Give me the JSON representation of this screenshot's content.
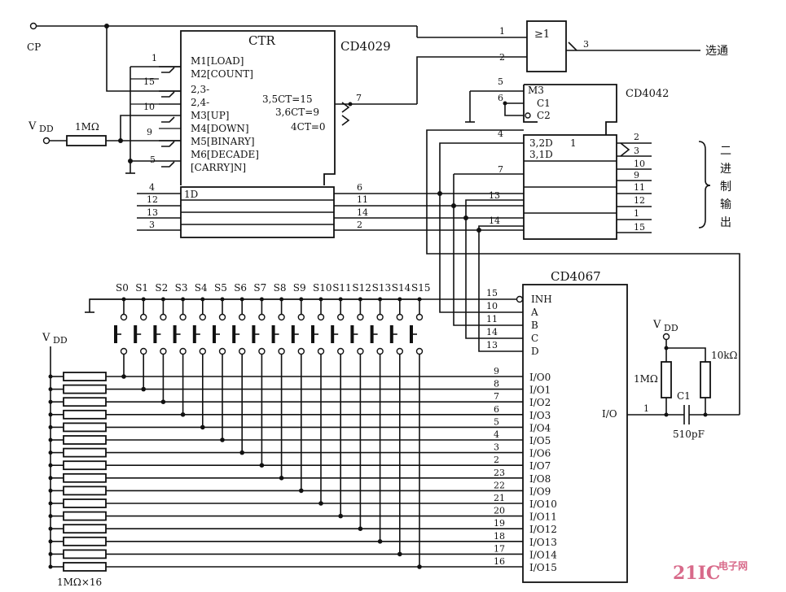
{
  "top": {
    "cp_label": "CP",
    "vdd_label": "V",
    "vdd_sub": "DD",
    "r_input_label": "1MΩ",
    "output_label": "选通"
  },
  "cd4029": {
    "part": "CD4029",
    "title": "CTR",
    "inputs": [
      {
        "pin": "1",
        "label": "M1[LOAD]"
      },
      {
        "pin": "15",
        "label": "M2[COUNT]"
      },
      {
        "pin": "",
        "label": "2,3-"
      },
      {
        "pin": "",
        "label": "2,4-"
      },
      {
        "pin": "10",
        "label": "M3[UP]"
      },
      {
        "pin": "",
        "label": "M4[DOWN]"
      },
      {
        "pin": "9",
        "label": "M5[BINARY]"
      },
      {
        "pin": "",
        "label": "M6[DECADE]"
      },
      {
        "pin": "5",
        "label": "[CARRY]N]"
      }
    ],
    "carry_labels": [
      "3,5CT=15",
      "3,6CT=9",
      "4CT=0"
    ],
    "carry_pin": "7",
    "data_box_label": "1D",
    "data_in_pins": [
      "4",
      "12",
      "13",
      "3"
    ],
    "data_out_pins": [
      "6",
      "11",
      "14",
      "2"
    ]
  },
  "gate": {
    "symbol": "≥1",
    "in_pins": [
      "1",
      "2"
    ],
    "out_pin": "3"
  },
  "cd4042": {
    "part": "CD4042",
    "control": [
      {
        "pin": "5",
        "label": "M3"
      },
      {
        "pin": "6",
        "label": "C1"
      },
      {
        "pin": "",
        "label": "C2"
      }
    ],
    "data_labels": [
      "3,2D",
      "3,1D"
    ],
    "q_label": "1",
    "in_pins": [
      "4",
      "7",
      "13",
      "14"
    ],
    "out_pins": [
      "2",
      "3",
      "10",
      "9",
      "11",
      "12",
      "1",
      "15"
    ],
    "bracket_label": [
      "二",
      "进",
      "制",
      "输",
      "出"
    ]
  },
  "cd4067": {
    "part": "CD4067",
    "control": [
      {
        "pin": "15",
        "label": "INH"
      },
      {
        "pin": "10",
        "label": "A"
      },
      {
        "pin": "11",
        "label": "B"
      },
      {
        "pin": "14",
        "label": "C"
      },
      {
        "pin": "13",
        "label": "D"
      }
    ],
    "io": [
      {
        "pin": "9",
        "label": "I/O0"
      },
      {
        "pin": "8",
        "label": "I/O1"
      },
      {
        "pin": "7",
        "label": "I/O2"
      },
      {
        "pin": "6",
        "label": "I/O3"
      },
      {
        "pin": "5",
        "label": "I/O4"
      },
      {
        "pin": "4",
        "label": "I/O5"
      },
      {
        "pin": "3",
        "label": "I/O6"
      },
      {
        "pin": "2",
        "label": "I/O7"
      },
      {
        "pin": "23",
        "label": "I/O8"
      },
      {
        "pin": "22",
        "label": "I/O9"
      },
      {
        "pin": "21",
        "label": "I/O10"
      },
      {
        "pin": "20",
        "label": "I/O11"
      },
      {
        "pin": "19",
        "label": "I/O12"
      },
      {
        "pin": "18",
        "label": "I/O13"
      },
      {
        "pin": "17",
        "label": "I/O14"
      },
      {
        "pin": "16",
        "label": "I/O15"
      }
    ],
    "common_label": "I/O",
    "common_pin": "1"
  },
  "switches": [
    "S0",
    "S1",
    "S2",
    "S3",
    "S4",
    "S5",
    "S6",
    "S7",
    "S8",
    "S9",
    "S10",
    "S11",
    "S12",
    "S13",
    "S14",
    "S15"
  ],
  "pullups": {
    "vdd_label": "V",
    "vdd_sub": "DD",
    "label": "1MΩ×16"
  },
  "rc": {
    "vdd_label": "V",
    "vdd_sub": "DD",
    "r1": "1MΩ",
    "r2": "10kΩ",
    "cap_name": "C1",
    "cap_value": "510pF"
  },
  "watermark": {
    "brand": "21IC",
    "site": "电子网"
  }
}
